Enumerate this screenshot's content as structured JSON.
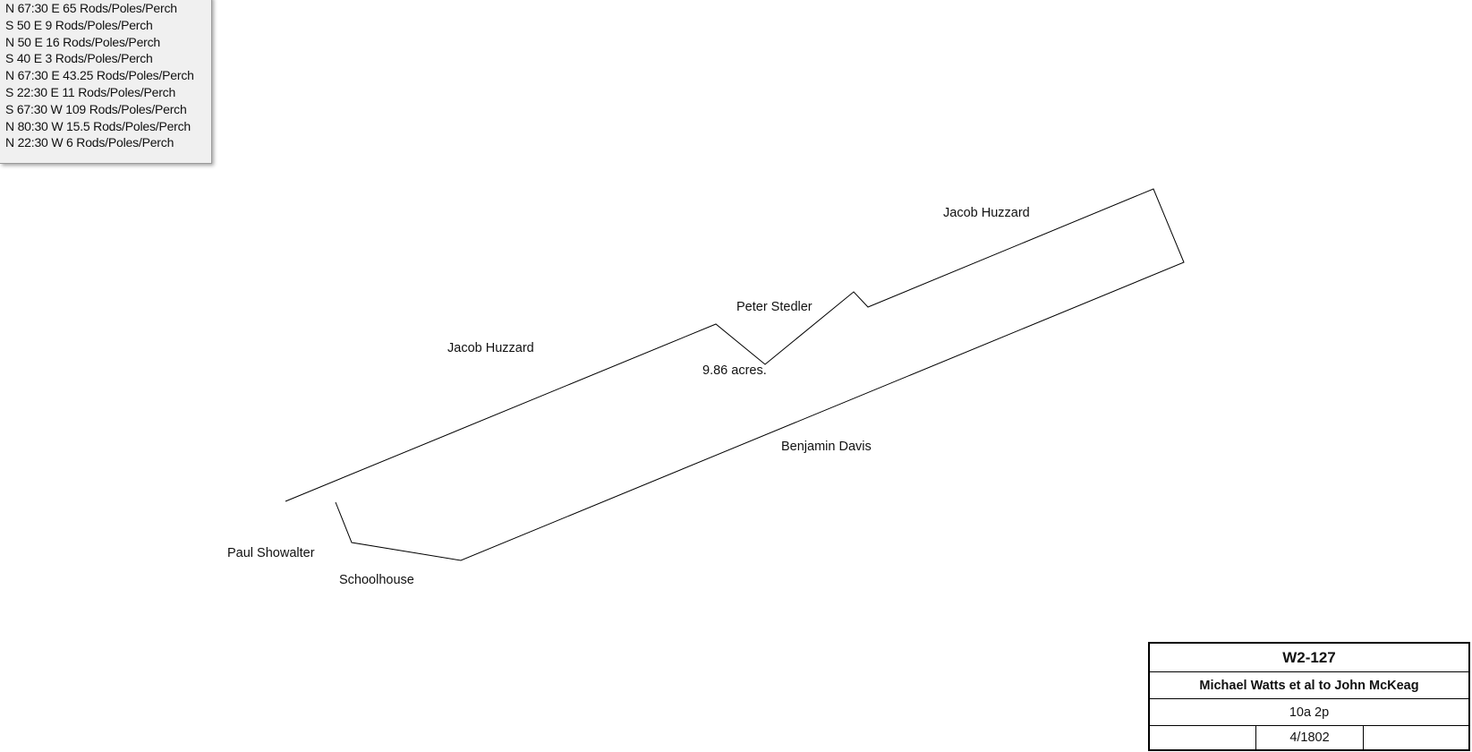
{
  "calls": [
    "N 67:30 E 65 Rods/Poles/Perch",
    "S 50 E 9 Rods/Poles/Perch",
    "N 50 E 16 Rods/Poles/Perch",
    "S 40 E 3 Rods/Poles/Perch",
    "N 67:30 E 43.25 Rods/Poles/Perch",
    "S 22:30 E 11 Rods/Poles/Perch",
    "S 67:30 W 109 Rods/Poles/Perch",
    "N 80:30 W 15.5 Rods/Poles/Perch",
    "N 22:30 W 6 Rods/Poles/Perch"
  ],
  "plat": {
    "area_label": "9.86 acres.",
    "adjoiners": {
      "jacob_huzzard_west": "Jacob Huzzard",
      "peter_stedler": "Peter Stedler",
      "jacob_huzzard_east": "Jacob Huzzard",
      "benjamin_davis": "Benjamin Davis",
      "paul_showalter": "Paul Showalter",
      "schoolhouse": "Schoolhouse"
    }
  },
  "title_block": {
    "id": "W2-127",
    "parties": "Michael Watts et al to John McKeag",
    "area": "10a 2p",
    "date": "4/1802",
    "left_cell": "",
    "right_cell": ""
  }
}
